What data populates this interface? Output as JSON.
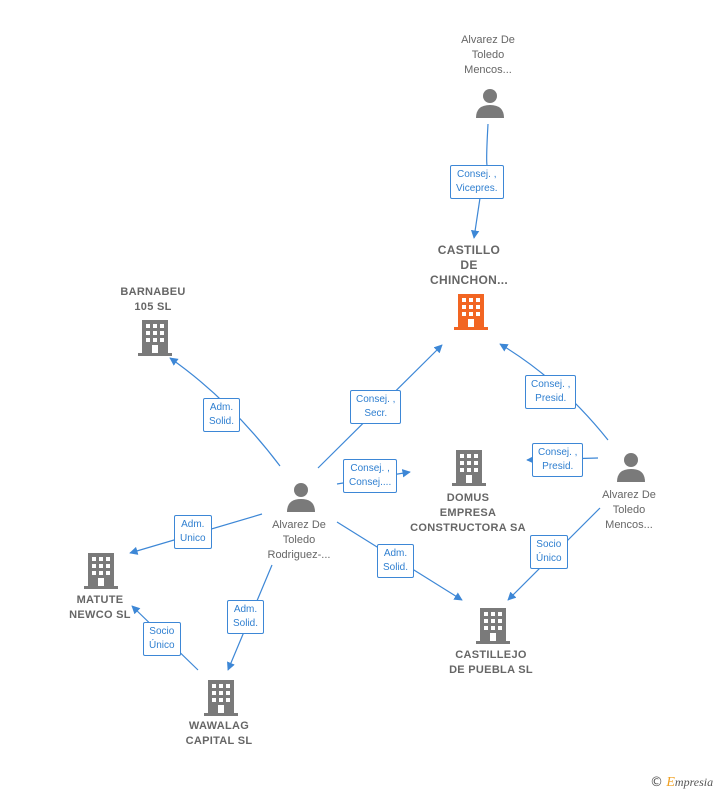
{
  "nodes": {
    "castillo_chinchon": {
      "lines": [
        "CASTILLO",
        "DE",
        "CHINCHON..."
      ]
    },
    "barnabeu": {
      "lines": [
        "BARNABEU",
        "105 SL"
      ]
    },
    "domus": {
      "lines": [
        "DOMUS",
        "EMPRESA",
        "CONSTRUCTORA SA"
      ]
    },
    "matute": {
      "lines": [
        "MATUTE",
        "NEWCO SL"
      ]
    },
    "wawalag": {
      "lines": [
        "WAWALAG",
        "CAPITAL SL"
      ]
    },
    "castillejo": {
      "lines": [
        "CASTILLEJO",
        "DE PUEBLA SL"
      ]
    },
    "person_top": {
      "lines": [
        "Alvarez De",
        "Toledo",
        "Mencos..."
      ]
    },
    "person_center": {
      "lines": [
        "Alvarez De",
        "Toledo",
        "Rodriguez-..."
      ]
    },
    "person_right": {
      "lines": [
        "Alvarez De",
        "Toledo",
        "Mencos..."
      ]
    }
  },
  "edges": {
    "top_to_chinchon": {
      "lines": [
        "Consej. ,",
        "Vicepres."
      ]
    },
    "center_to_chinchon": {
      "lines": [
        "Consej. ,",
        "Secr."
      ]
    },
    "center_to_barnabeu": {
      "lines": [
        "Adm.",
        "Solid."
      ]
    },
    "center_to_domus": {
      "lines": [
        "Consej. ,",
        "Consej...."
      ]
    },
    "center_to_matute": {
      "lines": [
        "Adm.",
        "Unico"
      ]
    },
    "center_to_wawalag": {
      "lines": [
        "Adm.",
        "Solid."
      ]
    },
    "center_to_castillejo": {
      "lines": [
        "Adm.",
        "Solid."
      ]
    },
    "wawalag_to_matute": {
      "lines": [
        "Socio",
        "Único"
      ]
    },
    "right_to_chinchon": {
      "lines": [
        "Consej. ,",
        "Presid."
      ]
    },
    "right_to_domus": {
      "lines": [
        "Consej. ,",
        "Presid."
      ]
    },
    "right_to_castillejo": {
      "lines": [
        "Socio",
        "Único"
      ]
    }
  },
  "colors": {
    "edge": "#3d87d6",
    "building": "#7a7a7a",
    "building_main": "#f26522",
    "person": "#7a7a7a"
  },
  "footer": {
    "copyright": "©",
    "brand_initial": "E",
    "brand_rest": "mpresia"
  }
}
